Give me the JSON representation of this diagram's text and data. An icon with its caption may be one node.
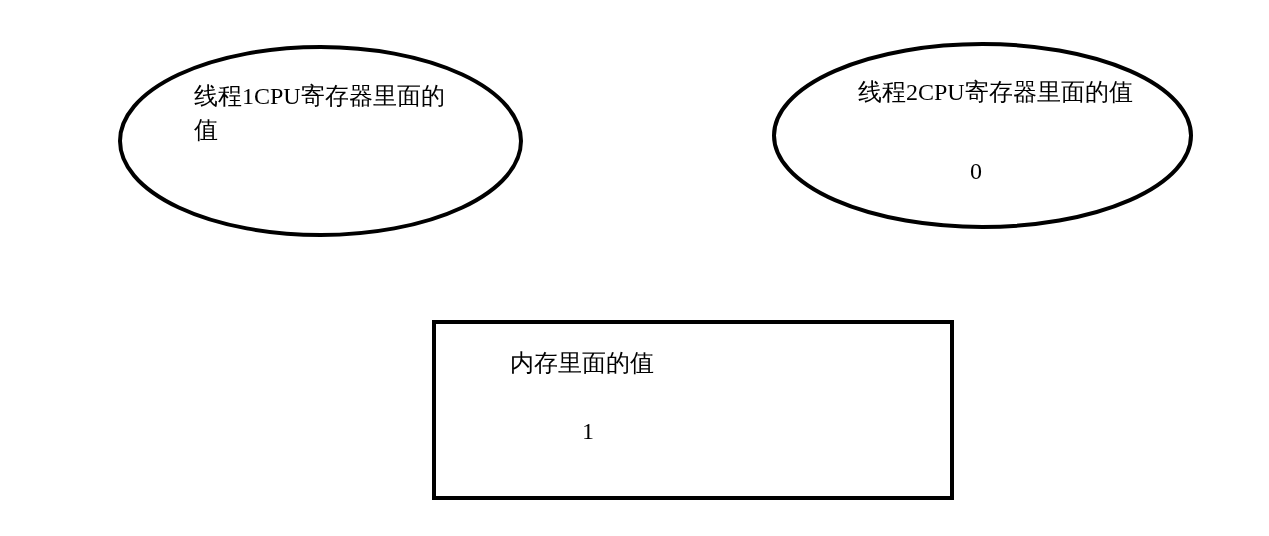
{
  "diagram": {
    "nodes": [
      {
        "text": [
          "线程1CPU寄存器里面的值"
        ]
      },
      {
        "text": [
          "线程2CPU寄存器里面的值",
          "0"
        ]
      },
      {
        "text": [
          "内存里面的值",
          "1"
        ]
      }
    ]
  }
}
